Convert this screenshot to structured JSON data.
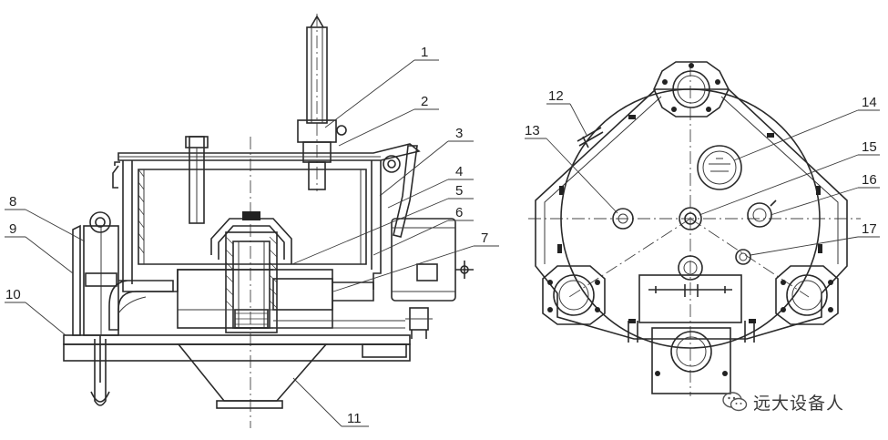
{
  "callouts": [
    "1",
    "2",
    "3",
    "4",
    "5",
    "6",
    "7",
    "8",
    "9",
    "10",
    "11",
    "12",
    "13",
    "14",
    "15",
    "16",
    "17"
  ],
  "watermark": {
    "text": "远大设备人",
    "icon": "wechat-icon"
  }
}
